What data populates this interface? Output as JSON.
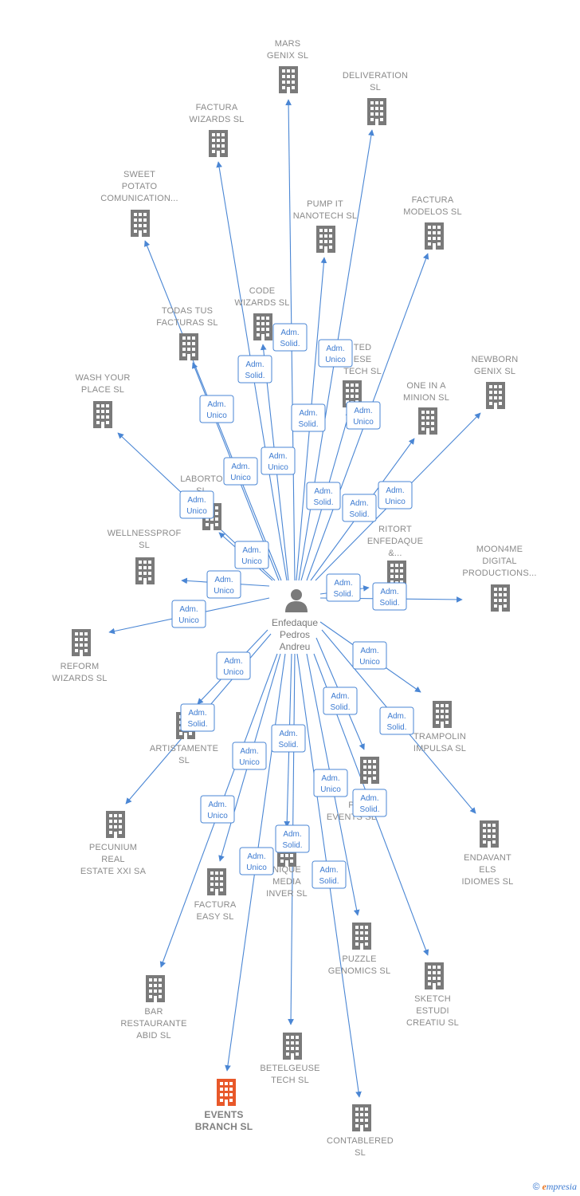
{
  "center": {
    "label_lines": [
      "Enfedaque",
      "Pedros",
      "Andreu"
    ]
  },
  "colors": {
    "edge": "#4a86d4",
    "building": "#7a7a7a",
    "building_highlight": "#e8582a"
  },
  "nodes": [
    {
      "id": "mars-genix",
      "lines": [
        "MARS",
        "GENIX  SL"
      ]
    },
    {
      "id": "deliveration",
      "lines": [
        "DELIVERATION",
        "SL"
      ]
    },
    {
      "id": "factura-wizards",
      "lines": [
        "FACTURA",
        "WIZARDS  SL"
      ]
    },
    {
      "id": "sweet-potato",
      "lines": [
        "SWEET",
        "POTATO",
        "COMUNICATION..."
      ]
    },
    {
      "id": "pump-it-nanotech",
      "lines": [
        "PUMP IT",
        "NANOTECH  SL"
      ]
    },
    {
      "id": "factura-modelos",
      "lines": [
        "FACTURA",
        "MODELOS  SL"
      ]
    },
    {
      "id": "code-wizards",
      "lines": [
        "CODE",
        "WIZARDS  SL"
      ]
    },
    {
      "id": "todas-tus-facturas",
      "lines": [
        "TODAS TUS",
        "FACTURAS  SL"
      ]
    },
    {
      "id": "ted-ese-tech",
      "lines": [
        "TED",
        "ESE",
        "TECH  SL"
      ]
    },
    {
      "id": "newborn-genix",
      "lines": [
        "NEWBORN",
        "GENIX  SL"
      ]
    },
    {
      "id": "wash-your-place",
      "lines": [
        "WASH YOUR",
        "PLACE  SL"
      ]
    },
    {
      "id": "one-in-a-minion",
      "lines": [
        "ONE IN A",
        "MINION  SL"
      ]
    },
    {
      "id": "laborto",
      "lines": [
        "LABORTO",
        "SL"
      ]
    },
    {
      "id": "wellnessprof",
      "lines": [
        "WELLNESSPROF",
        "SL"
      ]
    },
    {
      "id": "ritort-enfedaque",
      "lines": [
        "RITORT",
        "ENFEDAQUE",
        "&..."
      ]
    },
    {
      "id": "moon4me",
      "lines": [
        "MOON4ME",
        "DIGITAL",
        "PRODUCTIONS..."
      ]
    },
    {
      "id": "reform-wizards",
      "lines": [
        "REFORM",
        "WIZARDS  SL"
      ]
    },
    {
      "id": "trampolin-impulsa",
      "lines": [
        "TRAMPOLIN",
        "IMPULSA  SL"
      ]
    },
    {
      "id": "artistamente",
      "lines": [
        "ARTISTAMENTE",
        "SL"
      ]
    },
    {
      "id": "p-events",
      "lines": [
        "P",
        "EVENTS  SL"
      ]
    },
    {
      "id": "endavant-els-idiomes",
      "lines": [
        "ENDAVANT",
        "ELS",
        "IDIOMES  SL"
      ]
    },
    {
      "id": "pecunium",
      "lines": [
        "PECUNIUM",
        "REAL",
        "ESTATE XXI SA"
      ]
    },
    {
      "id": "factura-easy",
      "lines": [
        "FACTURA",
        "EASY  SL"
      ]
    },
    {
      "id": "unique-media-inver",
      "lines": [
        "NIQUE",
        "MEDIA",
        "INVER  SL"
      ]
    },
    {
      "id": "puzzle-genomics",
      "lines": [
        "PUZZLE",
        "GENOMICS  SL"
      ]
    },
    {
      "id": "sketch-estudi",
      "lines": [
        "SKETCH",
        "ESTUDI",
        "CREATIU  SL"
      ]
    },
    {
      "id": "bar-restaurante",
      "lines": [
        "BAR",
        "RESTAURANTE",
        "ABID  SL"
      ]
    },
    {
      "id": "betelgeuse-tech",
      "lines": [
        "BETELGEUSE",
        "TECH  SL"
      ]
    },
    {
      "id": "events-branch",
      "lines": [
        "EVENTS",
        "BRANCH  SL"
      ],
      "highlight": true
    },
    {
      "id": "contablered",
      "lines": [
        "CONTABLERED",
        "SL"
      ]
    }
  ],
  "edge_labels": [
    [
      "Adm.",
      "Solid."
    ],
    [
      "Adm.",
      "Unico"
    ],
    [
      "Adm.",
      "Solid."
    ],
    [
      "Adm.",
      "Unico"
    ],
    [
      "Adm.",
      "Solid."
    ],
    [
      "Adm.",
      "Unico"
    ],
    [
      "Adm.",
      "Unico"
    ],
    [
      "Adm.",
      "Unico"
    ],
    [
      "Adm.",
      "Unico"
    ],
    [
      "Adm.",
      "Solid."
    ],
    [
      "Adm.",
      "Solid."
    ],
    [
      "Adm.",
      "Unico"
    ],
    [
      "Adm.",
      "Unico"
    ],
    [
      "Adm.",
      "Unico"
    ],
    [
      "Adm.",
      "Solid."
    ],
    [
      "Adm.",
      "Solid."
    ],
    [
      "Adm.",
      "Unico"
    ],
    [
      "Adm.",
      "Unico"
    ],
    [
      "Adm.",
      "Unico"
    ],
    [
      "Adm.",
      "Solid."
    ],
    [
      "Adm.",
      "Solid."
    ],
    [
      "Adm.",
      "Solid."
    ],
    [
      "Adm.",
      "Unico"
    ],
    [
      "Adm.",
      "Solid."
    ],
    [
      "Adm.",
      "Unico"
    ],
    [
      "Adm.",
      "Unico"
    ],
    [
      "Adm.",
      "Solid."
    ],
    [
      "Adm.",
      "Unico"
    ],
    [
      "Adm.",
      "Solid."
    ],
    [
      "Adm.",
      "Solid."
    ]
  ],
  "footer": {
    "copyright": "©",
    "brand_initial": "e",
    "brand_rest": "mpresia"
  }
}
